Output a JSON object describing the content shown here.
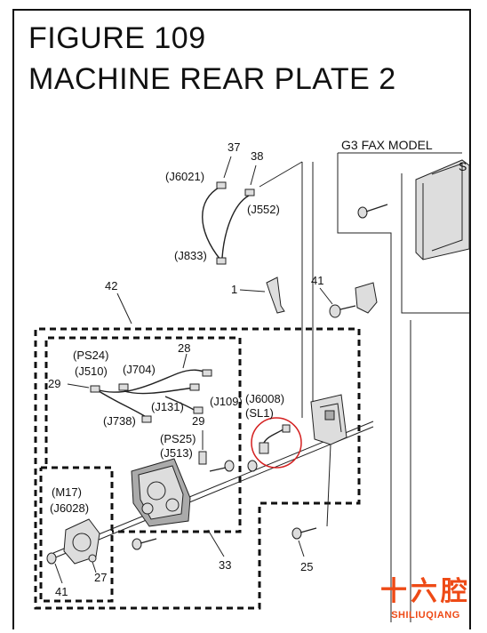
{
  "title": {
    "line1": "FIGURE 109",
    "line2": "MACHINE REAR PLATE 2"
  },
  "section_label": "G3 FAX MODEL",
  "section_partial_letter": "S",
  "callouts": {
    "n37": "37",
    "n38": "38",
    "j6021": "(J6021)",
    "j552": "(J552)",
    "j833": "(J833)",
    "n1": "1",
    "n41_top": "41",
    "n42": "42",
    "n28": "28",
    "ps24": "(PS24)",
    "j510": "(J510)",
    "j704": "(J704)",
    "n29_left": "29",
    "j738": "(J738)",
    "j131": "(J131)",
    "j109": "(J109)",
    "n29_mid": "29",
    "ps25": "(PS25)",
    "j513": "(J513)",
    "j6008": "(J6008)",
    "sl1": "(SL1)",
    "m17": "(M17)",
    "j6028": "(J6028)",
    "n27": "27",
    "n41_bottom": "41",
    "n33": "33",
    "n25": "25"
  },
  "watermark": {
    "text": "十六腔",
    "subtext": "SHILIUQIANG"
  },
  "colors": {
    "highlight_circle": "#d42020",
    "watermark": "#ee4a16"
  }
}
